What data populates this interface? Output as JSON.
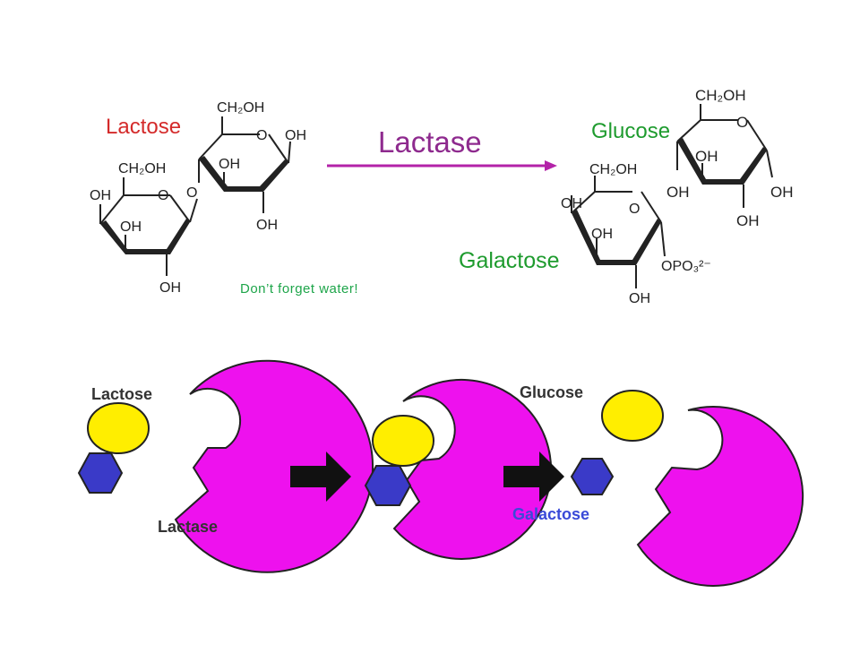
{
  "top": {
    "lactose_title": "Lactose",
    "lactase_title": "Lactase",
    "glucose_title": "Glucose",
    "galactose_title": "Galactose",
    "water_note": "Don’t forget water!",
    "colors": {
      "lactose_title": "#d42a2a",
      "lactase_title": "#8e2a8e",
      "glucose_title": "#1e9b2e",
      "galactose_title": "#1e9b2e",
      "water_note": "#1ea54a",
      "arrow": "#b323a8"
    }
  },
  "chem": {
    "ch2oh": "CH₂OH",
    "oh": "OH",
    "o": "O",
    "opo3": "OPO₃²⁻"
  },
  "bottom": {
    "lactose_label": "Lactose",
    "lactase_label": "Lactase",
    "glucose_label": "Glucose",
    "galactose_label": "Galactose",
    "colors": {
      "enzyme": "#ee11ee",
      "glucose_shape": "#ffee00",
      "galactose_shape": "#3a3ac8",
      "galactose_label": "#3a4ad8",
      "dark_label": "#333333",
      "step_arrow": "#111111"
    }
  }
}
